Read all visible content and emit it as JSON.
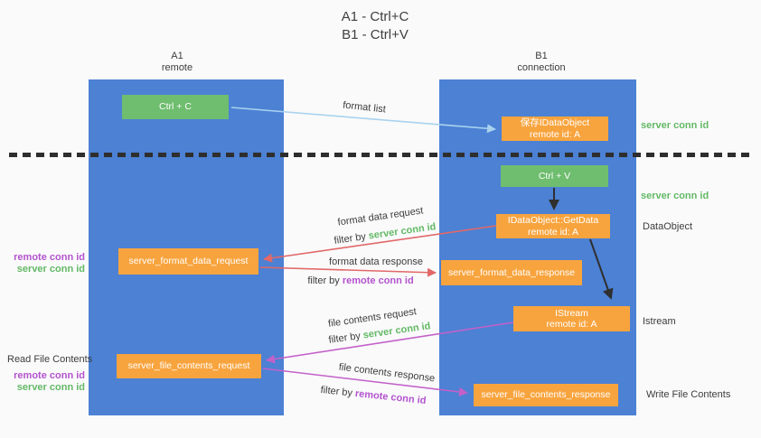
{
  "title": {
    "line1": "A1 - Ctrl+C",
    "line2": "B1 - Ctrl+V"
  },
  "columns": {
    "a": {
      "name": "A1",
      "role": "remote"
    },
    "b": {
      "name": "B1",
      "role": "connection"
    }
  },
  "nodes": {
    "ctrl_c": "Ctrl + C",
    "ctrl_v": "Ctrl + V",
    "save_dataobject": {
      "line1": "保存IDataObject",
      "line2": "remote id: A"
    },
    "getdata": {
      "line1": "IDataObject::GetData",
      "line2": "remote id: A"
    },
    "istream": {
      "line1": "IStream",
      "line2": "remote id: A"
    },
    "server_format_data_request": "server_format_data_request",
    "server_format_data_response": "server_format_data_response",
    "server_file_contents_request": "server_file_contents_request",
    "server_file_contents_response": "server_file_contents_response"
  },
  "arrow_labels": {
    "format_list": "format list",
    "format_data_request": "format data request",
    "format_data_response": "format data response",
    "file_contents_request": "file contents request",
    "file_contents_response": "file contents response",
    "filter_by": "filter by ",
    "server_conn_id": "server conn id",
    "remote_conn_id": "remote conn id"
  },
  "side_labels": {
    "left_mid": {
      "remote_conn_id": "remote conn id",
      "server_conn_id": "server conn id"
    },
    "left_bottom": {
      "title": "Read File Contents",
      "remote_conn_id": "remote conn id",
      "server_conn_id": "server conn id"
    },
    "right": {
      "server_conn_id_top": "server conn id",
      "server_conn_id_mid": "server conn id",
      "dataobject": "DataObject",
      "istream": "Istream",
      "write_file_contents": "Write File Contents"
    }
  },
  "colors": {
    "column_blue": "#4c81d4",
    "node_green": "#6fbd6e",
    "node_orange": "#f8a43e",
    "arrow_red": "#e26868",
    "arrow_purple": "#c361c9",
    "arrow_light_blue": "#a9d2ee",
    "arrow_black": "#2f2f2f",
    "label_green": "#63b965",
    "label_purple": "#b353cd"
  }
}
